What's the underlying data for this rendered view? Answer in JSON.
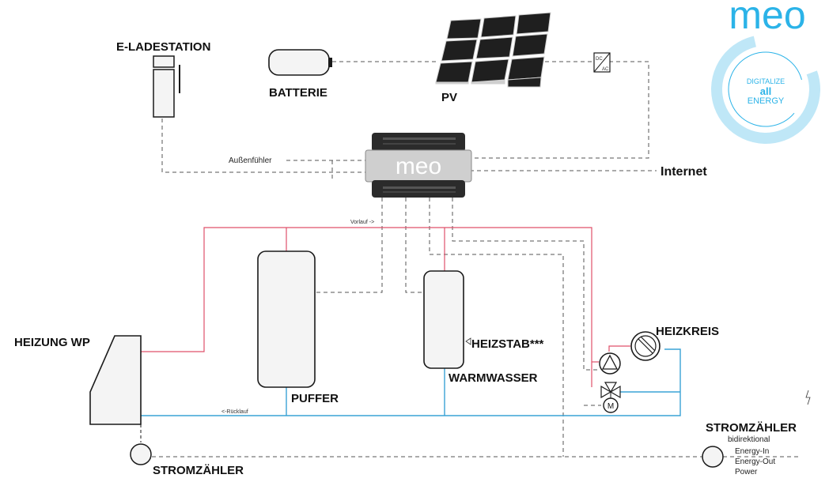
{
  "labels": {
    "e_ladestation": "E-LADESTATION",
    "batterie": "BATTERIE",
    "pv": "PV",
    "internet": "Internet",
    "aussenfuehler": "Außenfühler",
    "vorlauf": "Vorlauf ->",
    "ruecklauf": "<-Rücklauf",
    "heizung_wp": "HEIZUNG WP",
    "puffer": "PUFFER",
    "warmwasser": "WARMWASSER",
    "heizstab": "HEIZSTAB***",
    "heizkreis": "HEIZKREIS",
    "stromzaehler_left": "STROMZÄHLER",
    "stromzaehler_right": "STROMZÄHLER",
    "bidirektional": "bidirektional",
    "energy_in": "Energy-In",
    "energy_out": "Energy-Out",
    "power": "Power",
    "inverter_dc": "DC",
    "inverter_ac": "AC",
    "motor": "M"
  },
  "logo": {
    "brand": "meo",
    "tagline_1": "DIGITALIZE",
    "tagline_2": "all",
    "tagline_3": "ENERGY"
  },
  "controller": {
    "brand": "meo"
  },
  "colors": {
    "supply": "#e0506a",
    "return": "#3aa3d6",
    "signal": "#555555",
    "brand": "#2bb3e8"
  }
}
